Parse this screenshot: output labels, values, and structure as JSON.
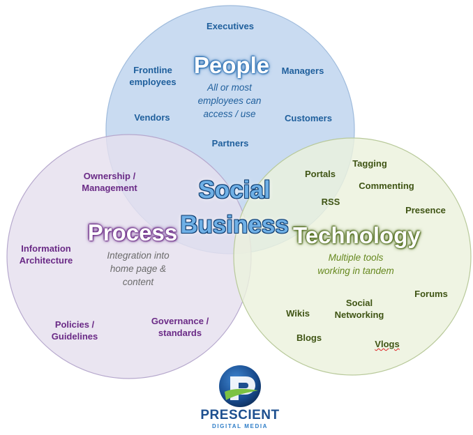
{
  "colors": {
    "people_fill": "#c6d9f0",
    "process_fill": "#e5dfee",
    "technology_fill": "#ebf1dd",
    "people_text": "#1f5f9c",
    "process_text": "#6a2a86",
    "technology_text": "#3f5414",
    "logo_blue": "#1d4f8f",
    "logo_green": "#7cc243"
  },
  "center": {
    "line1": "Social",
    "line2": "Business"
  },
  "people": {
    "title": "People",
    "description": [
      "All or most",
      "employees can",
      "access / use"
    ],
    "items": {
      "executives": "Executives",
      "frontline": [
        "Frontline",
        "employees"
      ],
      "managers": "Managers",
      "vendors": "Vendors",
      "customers": "Customers",
      "partners": "Partners"
    }
  },
  "process": {
    "title": "Process",
    "description": [
      "Integration into",
      "home page &",
      "content"
    ],
    "items": {
      "ownership": [
        "Ownership /",
        "Management"
      ],
      "information": [
        "Information",
        "Architecture"
      ],
      "policies": [
        "Policies /",
        "Guidelines"
      ],
      "governance": [
        "Governance /",
        "standards"
      ]
    }
  },
  "technology": {
    "title": "Technology",
    "description": [
      "Multiple tools",
      "working in tandem"
    ],
    "items": {
      "tagging": "Tagging",
      "portals": "Portals",
      "commenting": "Commenting",
      "rss": "RSS",
      "presence": "Presence",
      "forums": "Forums",
      "social_networking": [
        "Social",
        "Networking"
      ],
      "wikis": "Wikis",
      "blogs": "Blogs",
      "vlogs": "Vlogs"
    }
  },
  "logo": {
    "name": "PRESCIENT",
    "tagline": "DIGITAL MEDIA",
    "icon": "prescient-p-logo-icon"
  }
}
